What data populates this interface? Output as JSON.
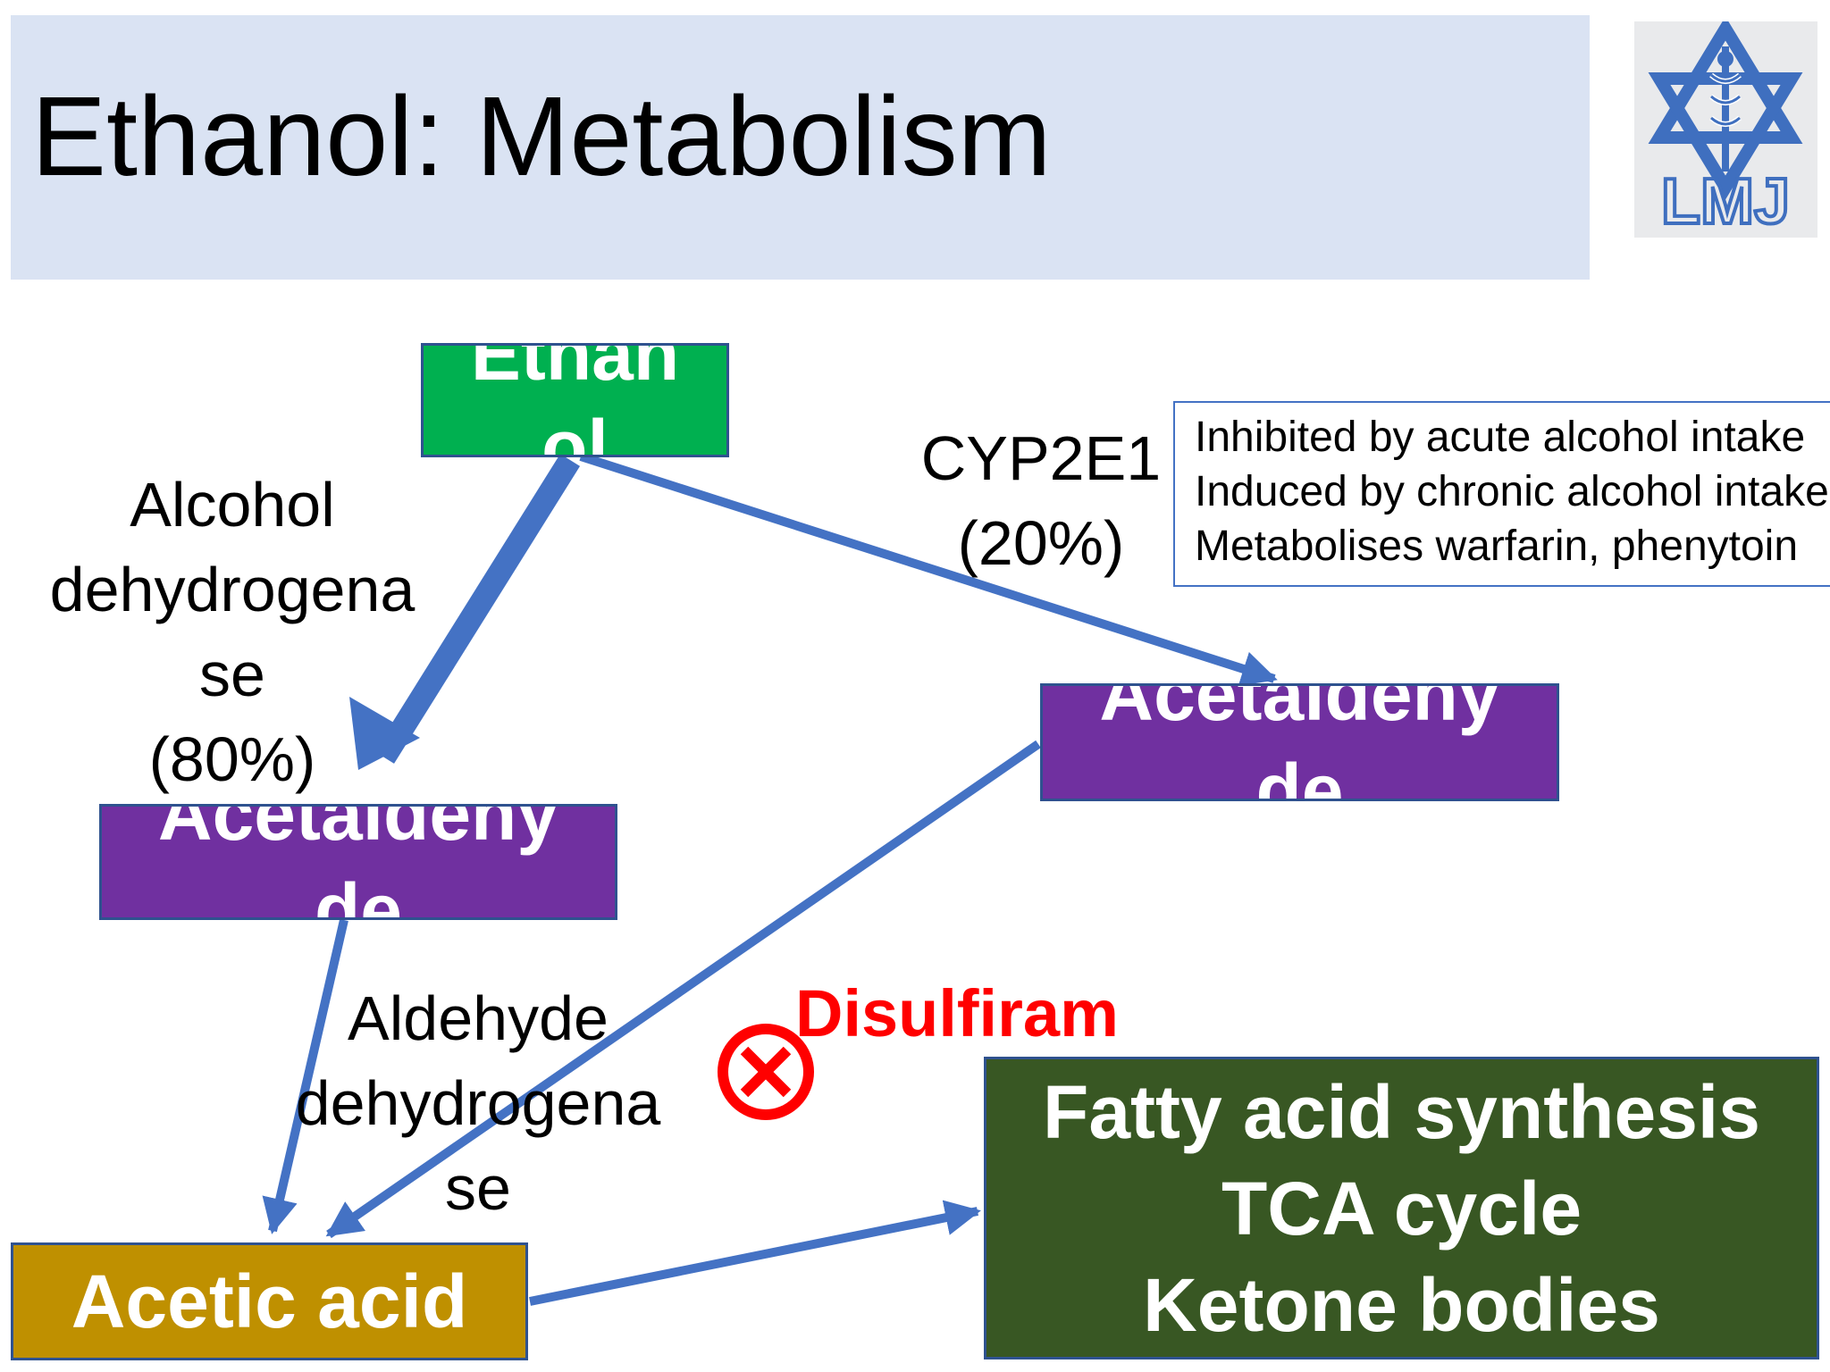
{
  "slide": {
    "title": "Ethanol: Metabolism",
    "colors": {
      "title_bar": "#dae3f3",
      "ethanol_box": "#00b050",
      "acetaldehyde_box": "#7030a0",
      "acetic_acid_box": "#bf9000",
      "products_box": "#385723",
      "arrow": "#4472c4",
      "inhibitor": "#ff0000"
    }
  },
  "logo": {
    "icon": "star-of-david-caduceus-logo",
    "text": "LMJ"
  },
  "nodes": {
    "ethanol": [
      "Ethan",
      "ol"
    ],
    "acetaldehyde_left": [
      "Acetaldehy",
      "de"
    ],
    "acetaldehyde_right": [
      "Acetaldehy",
      "de"
    ],
    "acetic_acid": "Acetic acid",
    "products": [
      "Fatty acid synthesis",
      "TCA cycle",
      "Ketone bodies"
    ]
  },
  "enzymes": {
    "adh": [
      "Alcohol",
      "dehydrogena",
      "se",
      "(80%)"
    ],
    "aldh": [
      "Aldehyde",
      "dehydrogena",
      "se"
    ],
    "cyp": [
      "CYP2E1",
      "(20%)"
    ]
  },
  "callout": [
    "Inhibited by acute alcohol intake",
    "Induced by chronic alcohol intake",
    "Metabolises warfarin, phenytoin"
  ],
  "inhibitor": {
    "label": "Disulfiram",
    "icon": "circled-x-icon"
  }
}
